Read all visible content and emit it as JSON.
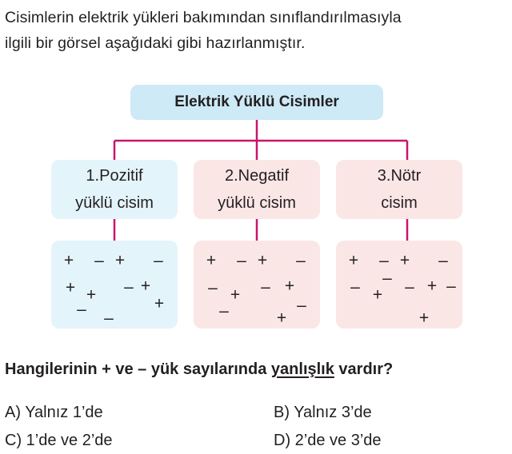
{
  "intro": {
    "line1": "Cisimlerin elektrik yükleri bakımından sınıflandırılmasıyla",
    "line2": "ilgili bir görsel aşağıdaki gibi hazırlanmıştır."
  },
  "diagram": {
    "title": "Elektrik Yüklü Cisimler",
    "categories": [
      {
        "line1": "1.Pozitif",
        "line2": "yüklü cisim"
      },
      {
        "line1": "2.Negatif",
        "line2": "yüklü cisim"
      },
      {
        "line1": "3.Nötr",
        "line2": "cisim"
      }
    ],
    "charges": [
      {
        "plus": 6,
        "minus": 5
      },
      {
        "plus": 5,
        "minus": 6
      },
      {
        "plus": 5,
        "minus": 6
      }
    ],
    "plus_symbol": "+",
    "minus_symbol": "–"
  },
  "question": {
    "before": "Hangilerinin + ve – yük sayılarında ",
    "underlined": "yanlışlık",
    "after": " vardır?"
  },
  "options": {
    "a": "A) Yalnız 1’de",
    "b": "B) Yalnız 3’de",
    "c": "C) 1’de ve 2’de",
    "d": "D) 2’de ve 3’de"
  },
  "colors": {
    "connector": "#c8156c",
    "title_fill": "#cdeaf6",
    "positive_fill": "#e4f4fb",
    "negative_fill": "#fbe6e6",
    "neutral_fill": "#fbe6e6"
  }
}
